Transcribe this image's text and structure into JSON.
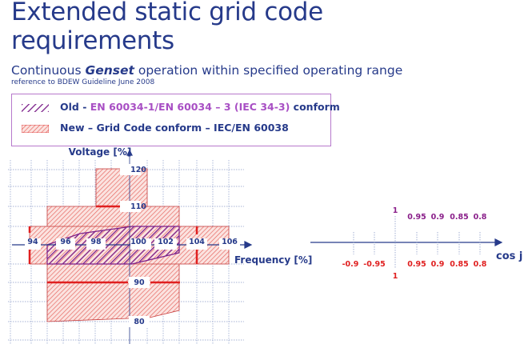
{
  "title_line1": "Extended static grid code",
  "title_line2": "requirements",
  "subtitle_pre": "Continuous ",
  "subtitle_em": "Genset",
  "subtitle_post": " operation within specified operating range",
  "reference": "reference to BDEW Guideline June 2008",
  "legend": {
    "old_label": "Old",
    "old_sep": " - ",
    "old_standard": "EN 60034-1/EN 60034 – 3 (IEC 34-3)",
    "old_suffix": " conform",
    "new_label": "New – Grid Code conform – IEC/EN 60038"
  },
  "colors": {
    "blue": "#263a8a",
    "old": "#7b1f8a",
    "new": "#e03030",
    "legend_border": "#b779cc"
  },
  "voltage_chart": {
    "y_axis_label": "Voltage [%]",
    "x_axis_label": "Frequency [%]",
    "voltage_ticks": [
      "120",
      "110",
      "90",
      "80"
    ],
    "frequency_ticks": [
      "94",
      "96",
      "98",
      "100",
      "102",
      "104",
      "106"
    ]
  },
  "cos_chart": {
    "axis_label": "cos j",
    "top_center": "1",
    "top_ticks": [
      "0.95",
      "0.9",
      "0.85",
      "0.8"
    ],
    "bottom_center": "1",
    "bottom_ticks": [
      "-0.9",
      "-0.95",
      "0.95",
      "0.9",
      "0.85",
      "0.8"
    ]
  }
}
